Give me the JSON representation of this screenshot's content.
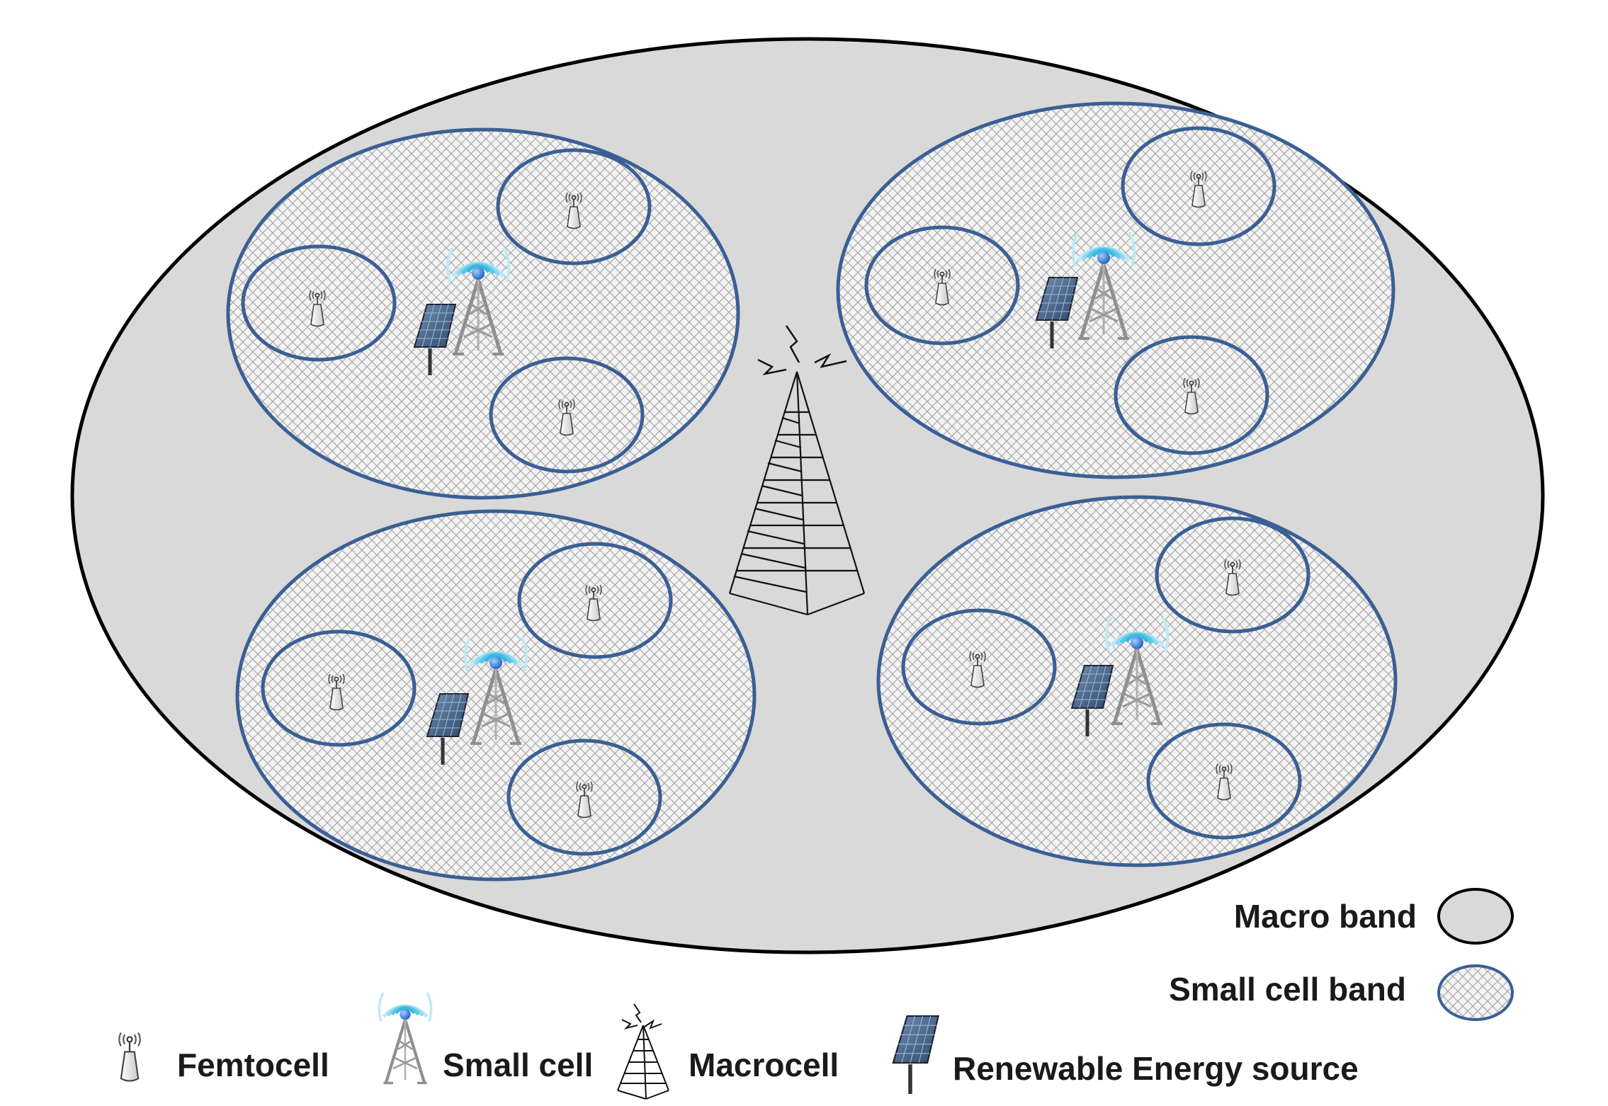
{
  "legend": {
    "macro_band": "Macro band",
    "small_cell_band": "Small cell band",
    "femtocell": "Femtocell",
    "small_cell": "Small cell",
    "macrocell": "Macrocell",
    "renewable": "Renewable Energy source"
  },
  "colors": {
    "macro_fill": "#d9d9d9",
    "macro_stroke": "#000000",
    "cell_stroke": "#3a5f94",
    "hatch": "#a8a8a8",
    "signal": "#5bc8e8",
    "beacon": "#2b6fd6",
    "panel": "#4a6888",
    "tower": "#8f8f8f"
  }
}
